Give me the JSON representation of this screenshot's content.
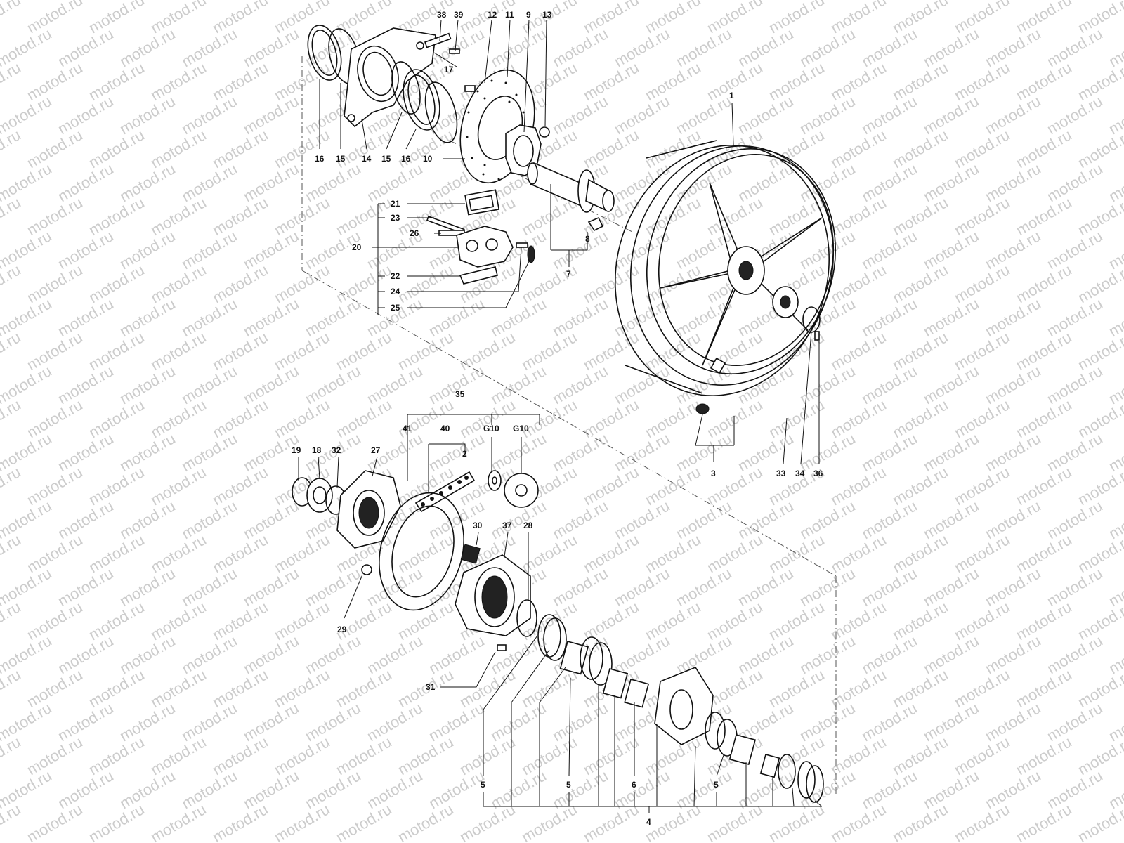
{
  "watermark": {
    "text": "motod.ru",
    "color": "#cccccc"
  },
  "labels": {
    "l38": "38",
    "l39": "39",
    "l12": "12",
    "l11": "11",
    "l9": "9",
    "l13": "13",
    "l17": "17",
    "l1": "1",
    "l16a": "16",
    "l15a": "15",
    "l14": "14",
    "l15b": "15",
    "l16b": "16",
    "l10": "10",
    "l21": "21",
    "l23": "23",
    "l26": "26",
    "l20": "20",
    "l8": "8",
    "l7": "7",
    "l22": "22",
    "l24": "24",
    "l25": "25",
    "l35": "35",
    "l41": "41",
    "l40": "40",
    "lG10a": "G10",
    "lG10b": "G10",
    "l2": "2",
    "l19": "19",
    "l18": "18",
    "l32": "32",
    "l27": "27",
    "l30": "30",
    "l37": "37",
    "l28": "28",
    "l29": "29",
    "l31": "31",
    "l3": "3",
    "l33": "33",
    "l34": "34",
    "l36": "36",
    "l5a": "5",
    "l5b": "5",
    "l6": "6",
    "l5c": "5",
    "l4": "4"
  }
}
